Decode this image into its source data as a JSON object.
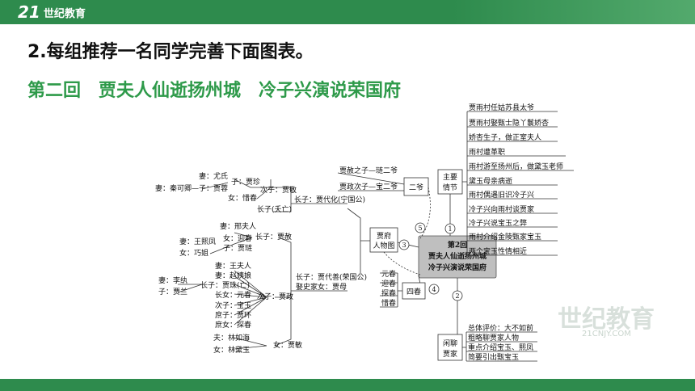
{
  "header": {
    "logo_mark": "21",
    "logo_text": "世纪教育"
  },
  "title": "2.每组推荐一名同学完善下面图表。",
  "subtitle": "第二回　贾夫人仙逝扬州城　冷子兴演说荣国府",
  "watermark": {
    "main": "世纪教育",
    "sub": "21CNJY.COM"
  },
  "center": {
    "line1": "第2回",
    "line2": "贾夫人仙逝扬州城",
    "line3": "冷子兴演说荣国府"
  },
  "numbers": [
    "1",
    "2",
    "3",
    "4",
    "5"
  ],
  "branch_main": {
    "label1": "主要",
    "label2": "情节",
    "items": [
      "贾雨村任姑苏县太爷",
      "贾雨村娶甄士隐丫鬟娇杏",
      "娇杏生子，做正室夫人",
      "雨村遭革职",
      "雨村游至扬州后，做黛玉老师",
      "黛玉母亲病逝",
      "雨村偶遇旧识冷子兴",
      "冷子兴向雨村谈贾家",
      "冷子兴说宝玉之弊",
      "雨村介绍金陵甄家宝玉",
      "两个宝玉性情相近"
    ]
  },
  "branch_xian": {
    "label1": "闲聊",
    "label2": "贾家",
    "items": [
      "总体评价：大不如前",
      "粗略聊贾家人物",
      "重点介绍宝玉、熙凤",
      "简要引出甄宝玉"
    ]
  },
  "branch_si": {
    "label": "四春",
    "items": [
      "元春",
      "迎春",
      "探春",
      "惜春"
    ]
  },
  "branch_renwu": {
    "label1": "贾府",
    "label2": "人物图"
  },
  "branch_erye": {
    "label": "二爷",
    "items": [
      "贾赦之子—琏二爷",
      "贾政次子—宝二爷"
    ]
  },
  "tree": {
    "ning": "长子：贾代化(宁国公)",
    "rong": "长子：贾代善(荣国公)",
    "rong2": "娶史家女：贾母",
    "jing": "次子：贾敬",
    "fu": "长子(夭亡)",
    "zhen": "子：贾珍",
    "you": "妻：尤氏",
    "xichun": "女：惜春",
    "rong_s": "子：贾蓉",
    "qin": "妻：秦可卿—子：贾蓉",
    "she": "长子：贾赦",
    "xing": "妻：邢夫人",
    "yingchun": "女：迎春",
    "lian": "子：贾琏",
    "xifeng": "妻：王熙凤",
    "qiaojie": "女：巧姐",
    "zheng": "次子：贾政",
    "wang": "妻：王夫人",
    "zhao": "妻：赵姨娘",
    "zhu": "长子：贾珠(亡)",
    "liwan": "妻：李纨",
    "lan": "子：贾兰",
    "yuanchun": "长女：元春",
    "baoyu": "次子：宝玉",
    "huan": "庶子：贾环",
    "tanchun": "庶女：探春",
    "min": "女：贾敏",
    "ruhai": "夫：林如海",
    "daiyu": "女：林黛玉"
  }
}
